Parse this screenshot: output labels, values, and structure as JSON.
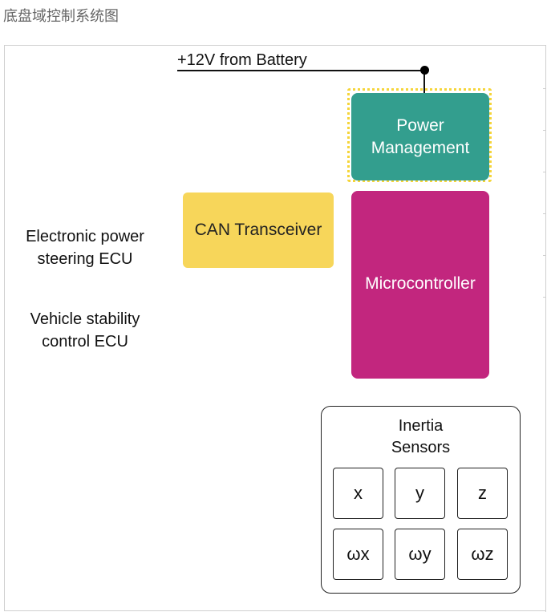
{
  "page": {
    "title": "底盘域控制系统图"
  },
  "diagram": {
    "power_input": {
      "label": "+12V from Battery"
    },
    "blocks": {
      "power_management": {
        "label_line1": "Power",
        "label_line2": "Management",
        "color": "#339e8e",
        "selected": true,
        "selection_color": "#f5d53a"
      },
      "can_transceiver": {
        "label": "CAN Transceiver",
        "color": "#f7d65a"
      },
      "microcontroller": {
        "label": "Microcontroller",
        "color": "#c2267e"
      }
    },
    "external_ecus": [
      {
        "line1": "Electronic power",
        "line2": "steering ECU"
      },
      {
        "line1": "Vehicle stability",
        "line2": "control ECU"
      }
    ],
    "inertia_sensors": {
      "title_line1": "Inertia",
      "title_line2": "Sensors",
      "axes": [
        "x",
        "y",
        "z",
        "ωx",
        "ωy",
        "ωz"
      ]
    }
  }
}
